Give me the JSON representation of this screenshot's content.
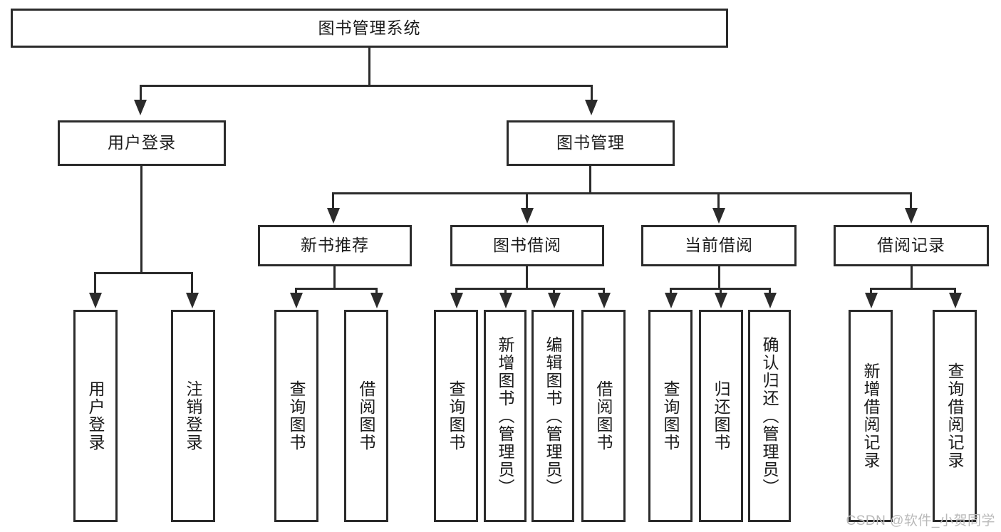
{
  "diagram": {
    "title": "图书管理系统",
    "root": {
      "label": "图书管理系统"
    },
    "level2": [
      {
        "label": "用户登录"
      },
      {
        "label": "图书管理"
      }
    ],
    "level3": [
      {
        "label": "新书推荐"
      },
      {
        "label": "图书借阅"
      },
      {
        "label": "当前借阅"
      },
      {
        "label": "借阅记录"
      }
    ],
    "leaves": {
      "user_login": [
        {
          "label": "用户登录"
        },
        {
          "label": "注销登录"
        }
      ],
      "new_book_recommend": [
        {
          "label": "查询图书"
        },
        {
          "label": "借阅图书"
        }
      ],
      "book_borrow": [
        {
          "label": "查询图书"
        },
        {
          "label": "新增图书（管理员）"
        },
        {
          "label": "编辑图书（管理员）"
        },
        {
          "label": "借阅图书"
        }
      ],
      "current_borrow": [
        {
          "label": "查询图书"
        },
        {
          "label": "归还图书"
        },
        {
          "label": "确认归还（管理员）"
        }
      ],
      "borrow_record": [
        {
          "label": "新增借阅记录"
        },
        {
          "label": "查询借阅记录"
        }
      ]
    }
  },
  "watermark": {
    "text": "CSDN @软件_小贺同学"
  },
  "colors": {
    "stroke": "#2b2b2b",
    "text": "#1a1a1a",
    "background": "#ffffff",
    "watermark": "#b9b9b9"
  }
}
